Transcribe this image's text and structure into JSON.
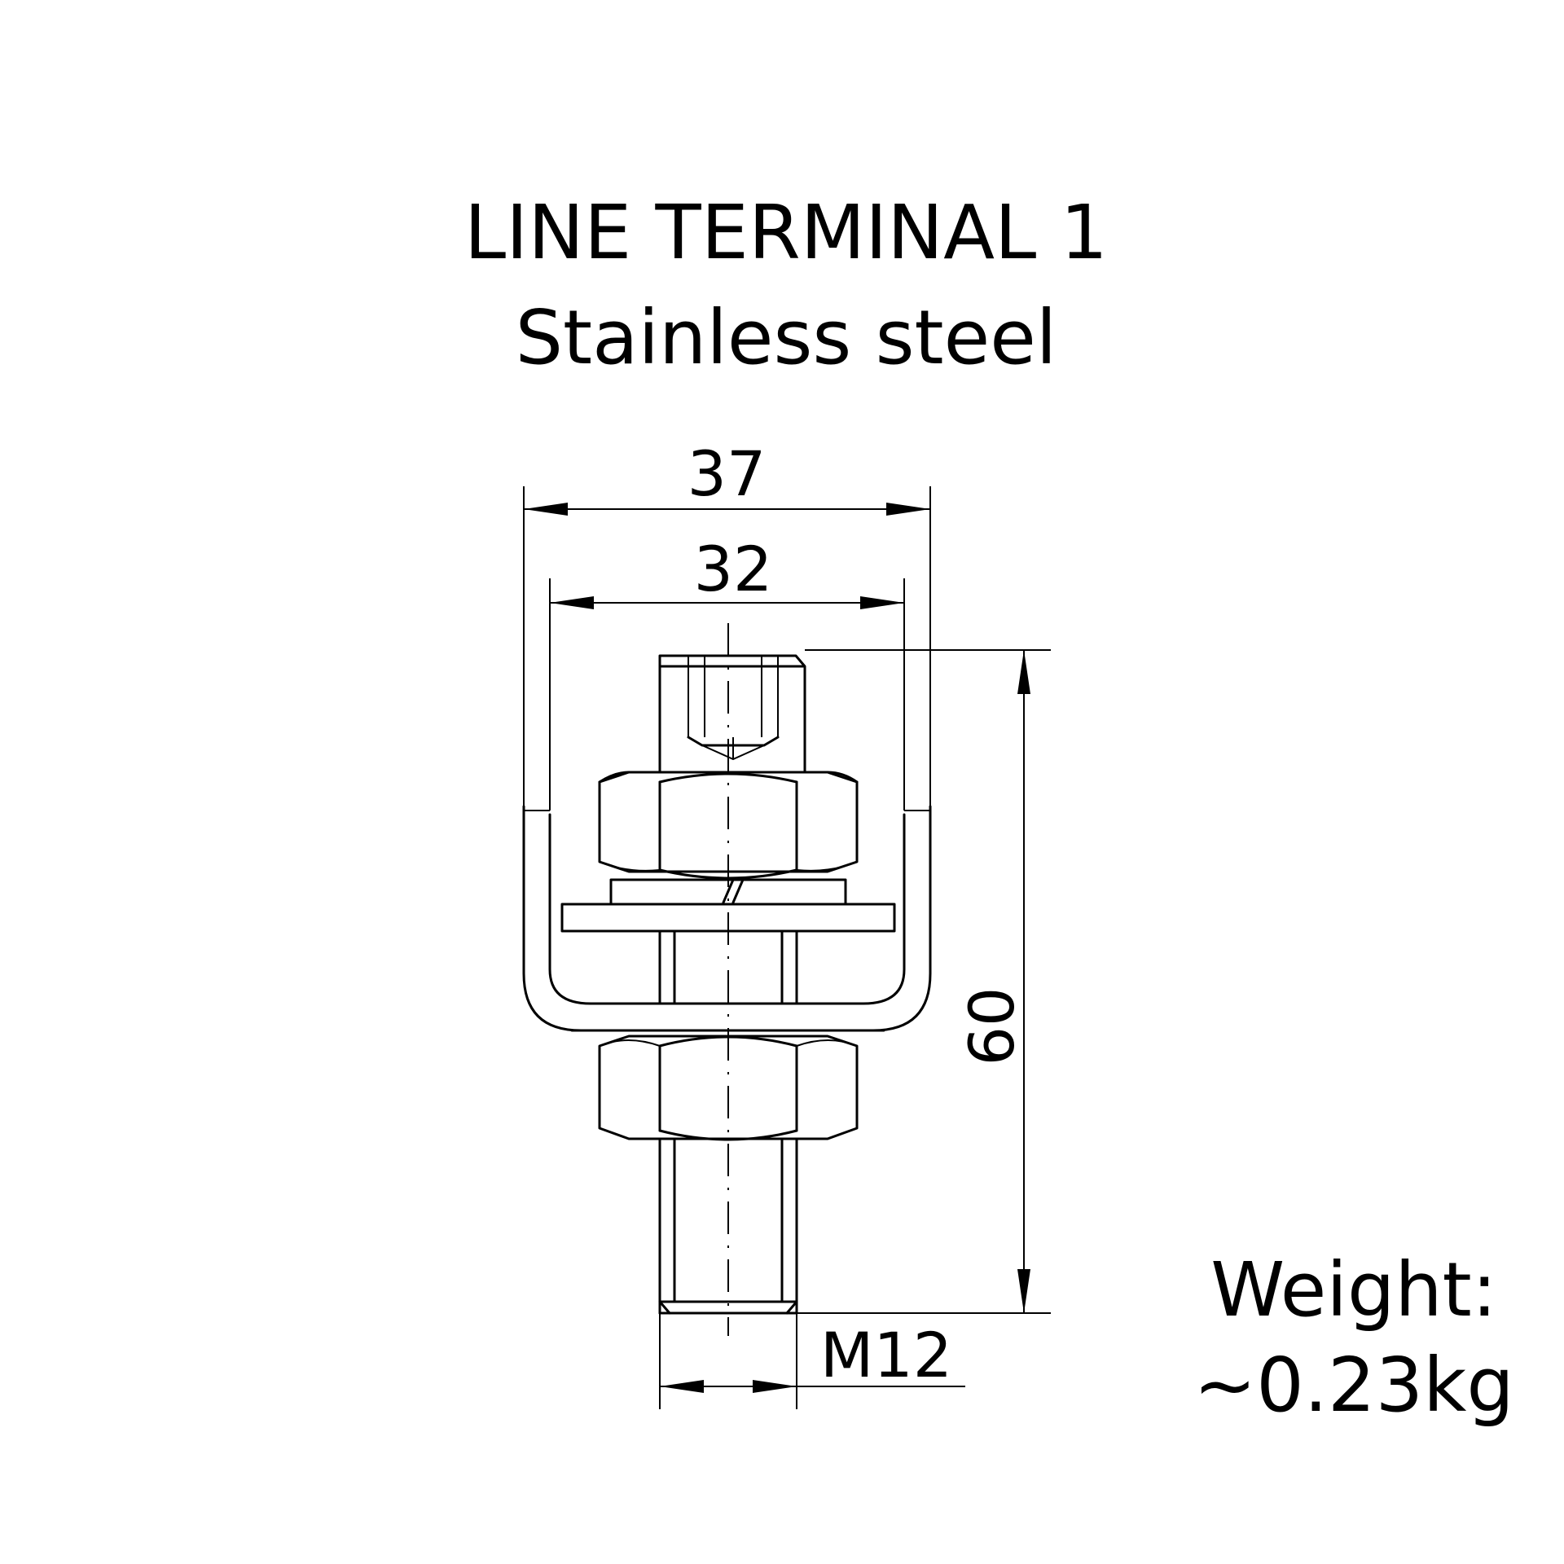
{
  "title": "LINE TERMINAL 1",
  "material": "Stainless steel",
  "dimensions": {
    "overall_width": "37",
    "inner_width": "32",
    "height": "60",
    "thread": "M12"
  },
  "weight": {
    "label": "Weight:",
    "value": "~0.23kg"
  }
}
